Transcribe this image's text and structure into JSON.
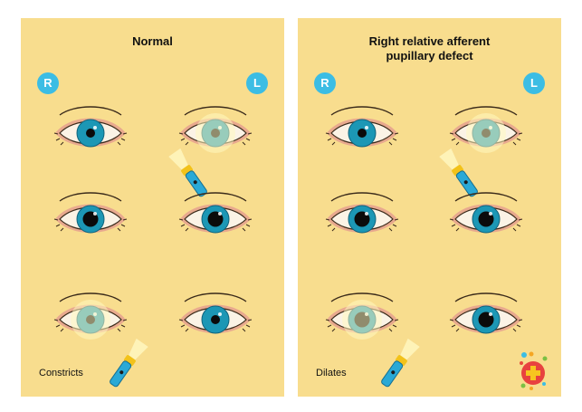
{
  "panels": {
    "left": {
      "title": "Normal",
      "caption": "Constricts"
    },
    "right": {
      "title": "Right relative afferent\npupillary defect",
      "caption": "Dilates"
    }
  },
  "badges": {
    "right": "R",
    "left": "L"
  },
  "eye_rows": {
    "left": [
      {
        "right_eye_pupil": "constricted",
        "left_eye_pupil": "constricted",
        "light_on": "left-eye"
      },
      {
        "right_eye_pupil": "dilated",
        "left_eye_pupil": "dilated",
        "light_on": "none"
      },
      {
        "right_eye_pupil": "constricted",
        "left_eye_pupil": "constricted",
        "light_on": "right-eye"
      }
    ],
    "right": [
      {
        "right_eye_pupil": "constricted",
        "left_eye_pupil": "constricted",
        "light_on": "left-eye"
      },
      {
        "right_eye_pupil": "dilated",
        "left_eye_pupil": "dilated",
        "light_on": "none"
      },
      {
        "right_eye_pupil": "dilated",
        "left_eye_pupil": "dilated",
        "light_on": "right-eye"
      }
    ]
  },
  "colors": {
    "panel_bg": "#f8dd8e",
    "badge": "#3cbde4",
    "iris": "#1c97b5",
    "sclera": "#fbf3e6",
    "skin_fold": "#e8a98e",
    "flashlight_body": "#2aa9d6",
    "flashlight_head": "#f2c21a",
    "light_beam": "#fff7c0"
  },
  "icons": [
    "eye-icon",
    "flashlight-icon",
    "medical-cross-logo-icon"
  ]
}
